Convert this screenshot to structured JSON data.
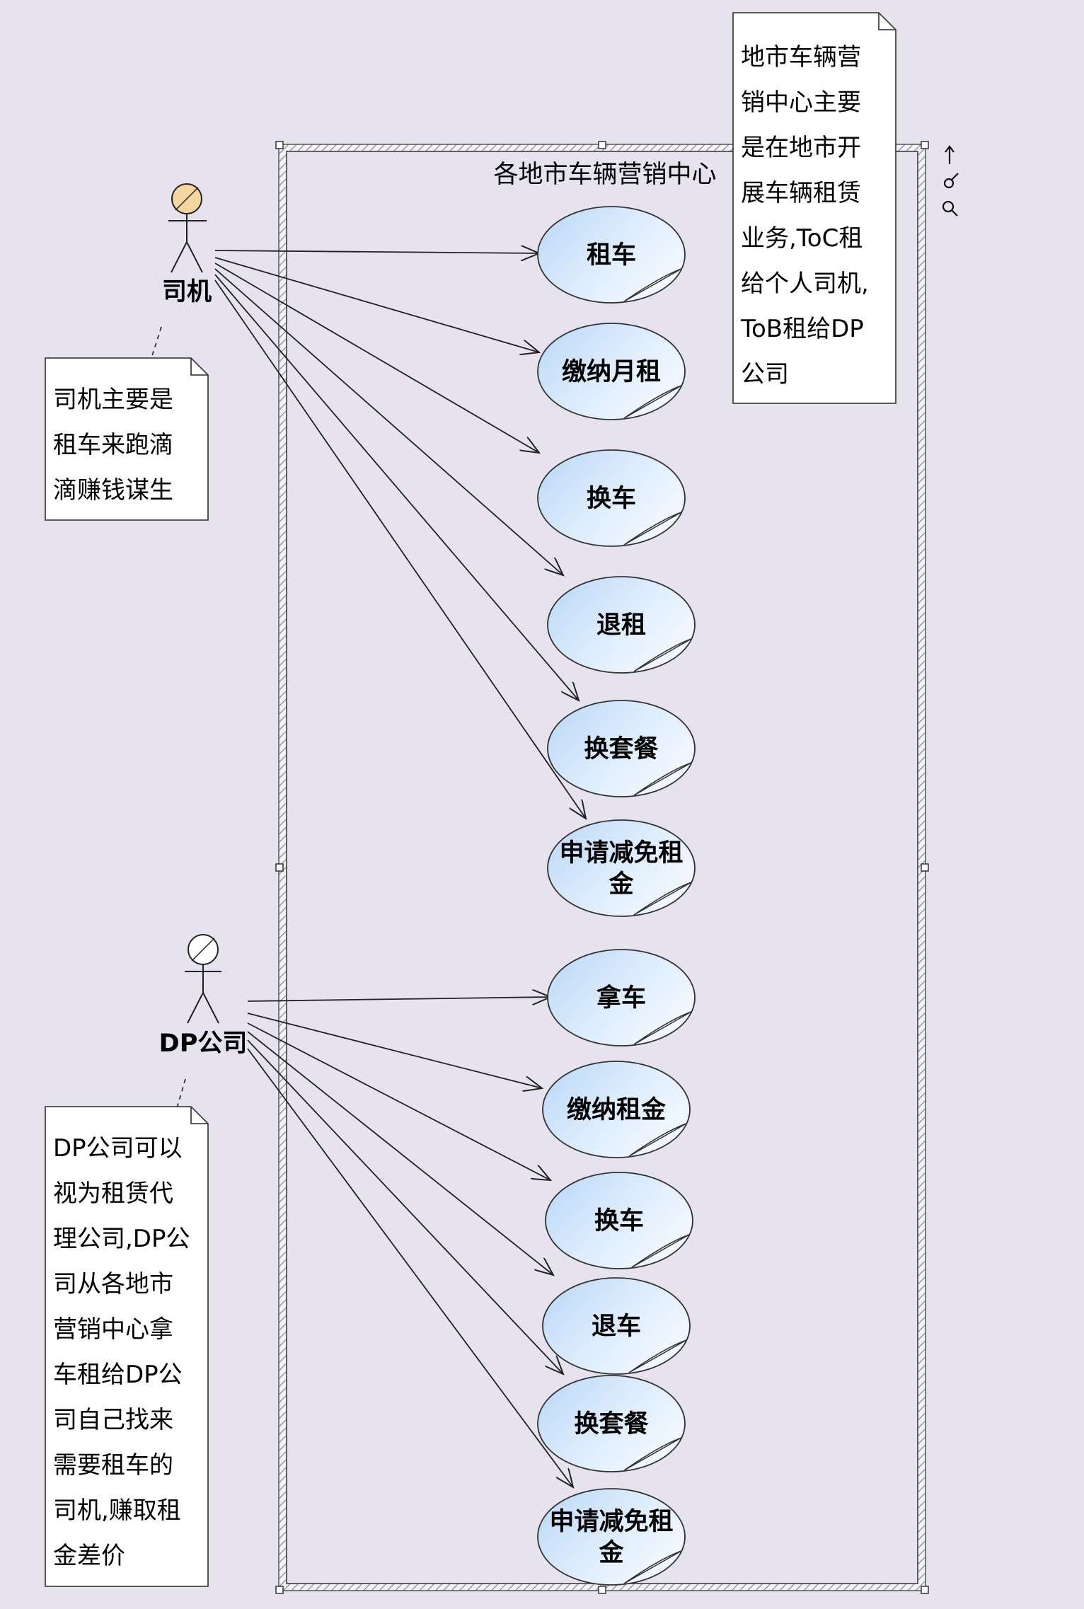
{
  "boundary": {
    "title": "各地市车辆营销中心"
  },
  "actors": {
    "driver": {
      "label": "司机",
      "head_color": "#f5d5a0"
    },
    "dp": {
      "label": "DP公司",
      "head_color": "#ffffff"
    }
  },
  "notes": {
    "center": [
      "地市车辆营",
      "销中心主要",
      "是在地市开",
      "展车辆租赁",
      "业务,ToC租",
      "给个人司机,",
      "ToB租给DP",
      "公司"
    ],
    "driver": [
      "司机主要是",
      "租车来跑滴",
      "滴赚钱谋生"
    ],
    "dp": [
      "DP公司可以",
      "视为租赁代",
      "理公司,DP公",
      "司从各地市",
      "营销中心拿",
      "车租给DP公",
      "司自己找来",
      "需要租车的",
      "司机,赚取租",
      "金差价"
    ]
  },
  "use_cases": {
    "driver": [
      [
        "租车"
      ],
      [
        "缴纳月租"
      ],
      [
        "换车"
      ],
      [
        "退租"
      ],
      [
        "换套餐"
      ],
      [
        "申请减免租",
        "金"
      ]
    ],
    "dp": [
      [
        "拿车"
      ],
      [
        "缴纳租金"
      ],
      [
        "换车"
      ],
      [
        "退车"
      ],
      [
        "换套餐"
      ],
      [
        "申请减免租",
        "金"
      ]
    ]
  },
  "toolbar_icons": [
    "arrow-up-icon",
    "brush-icon",
    "magnifier-icon"
  ],
  "colors": {
    "background": "#e6e2ee",
    "usecase_fill_light": "#e8f2ff",
    "usecase_fill_dark": "#b8d6f5",
    "note_fill": "#ffffff"
  }
}
